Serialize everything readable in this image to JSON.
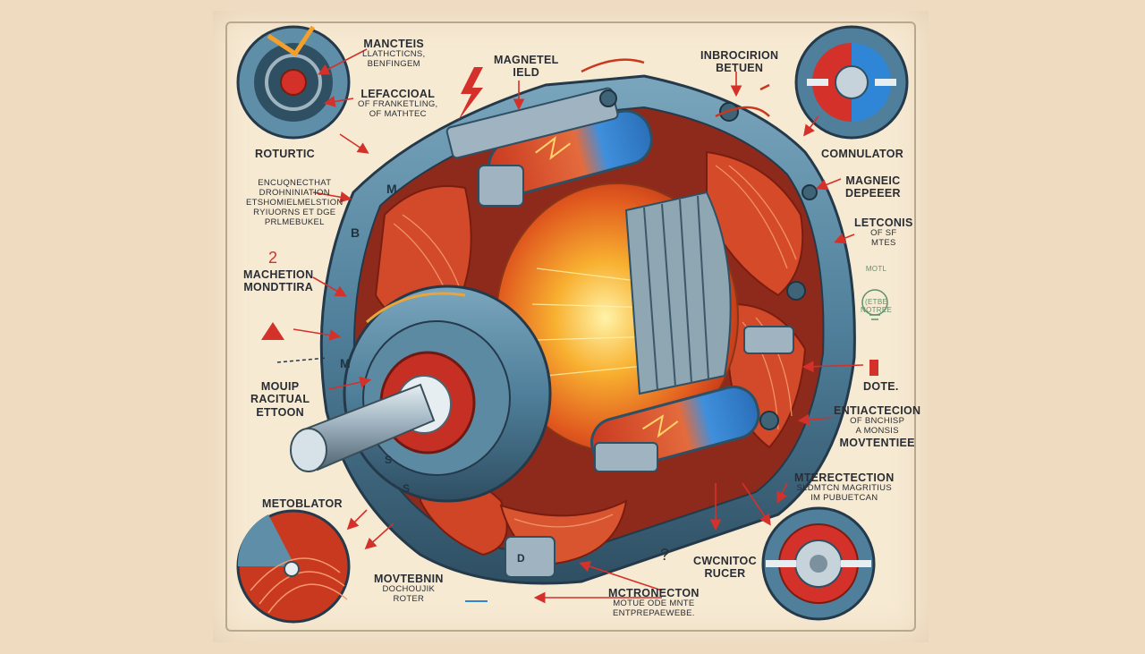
{
  "labels": {
    "mancteis": [
      "MANCTEIS",
      "LLATHCTICNS,",
      "BENFINGEM"
    ],
    "magnetic_field": [
      "MAGNETEL",
      "IELD"
    ],
    "inbrocirion": [
      "INBROCIRION",
      "BETUEN"
    ],
    "lefaccioal": [
      "LEFACCIOAL",
      "OF FRANKETLING,",
      "OF MATHTEC"
    ],
    "roturtic": "ROTURTIC",
    "commutator": "COMNULATOR",
    "magneic_depeeer": [
      "MAGNEIC",
      "DEPEEER"
    ],
    "encuqnectat": [
      "ENCUQNECTHAT",
      "DROHNINIATION",
      "ETSHOMIELMELSTION",
      "RYIUORNS ET DGE",
      "PRLMEBUKEL"
    ],
    "letconis": [
      "LETCONIS",
      "OF SF",
      "MTES"
    ],
    "number_two": "2",
    "machetion": [
      "MACHETION",
      "MONDTTIRA"
    ],
    "bulb_small": [
      "Motl",
      "(ETBE",
      "notree"
    ],
    "dote": "DOTE.",
    "moup": [
      "MOUIP",
      "RACITUAL",
      "ETTOON"
    ],
    "entiactecion": [
      "ENTIACTECION",
      "OF BNCHISP",
      "A MONSIS",
      "MOVTENTIEE"
    ],
    "mterectection": [
      "MTERECTECTION",
      "SLDMTCN MAGRITIUS",
      "IM PUBUETCAN"
    ],
    "metoblator": "METOBLATOR",
    "question": "?",
    "cwcnitoc": [
      "CWCNITOC",
      "RUCER"
    ],
    "movtebnin": [
      "MOVTEBNIN",
      "DOCHOUJIK",
      "ROTER"
    ],
    "mctronecton": [
      "MCTRONECTON",
      "MOTUE ODE MNTE",
      "ENTPREPAEWEBE."
    ],
    "housing_marks": [
      "M",
      "B",
      "M",
      "S",
      "S",
      "D"
    ]
  },
  "colors": {
    "background": "#efdcc0",
    "paper": "#f7ead3",
    "steel_blue": "#4f7f9a",
    "steel_dark": "#2f4f63",
    "copper_red": "#c9391f",
    "copper_light": "#e46b3d",
    "spark_orange": "#f2a02a",
    "field_blue": "#2f86d6",
    "ink": "#2a2d33",
    "arrow_red": "#d3312a"
  }
}
